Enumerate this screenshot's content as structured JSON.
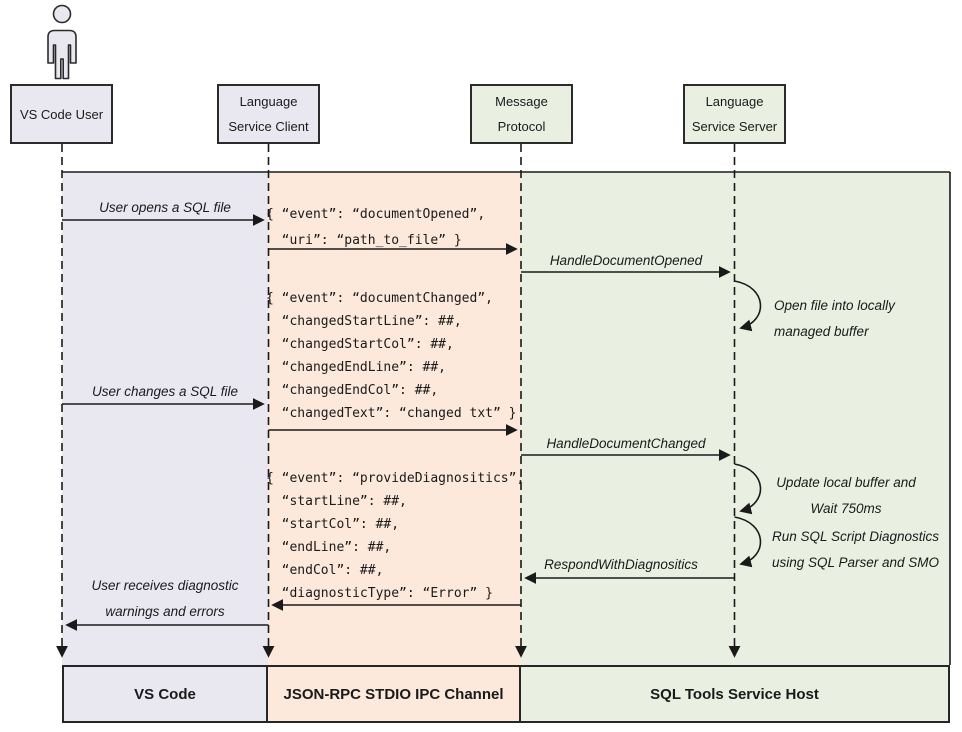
{
  "headers": [
    {
      "line1": "VS Code User",
      "line2": ""
    },
    {
      "line1": "Language",
      "line2": "Service Client"
    },
    {
      "line1": "Message",
      "line2": "Protocol"
    },
    {
      "line1": "Language",
      "line2": "Service Server"
    }
  ],
  "labels": {
    "user_opens": "User opens a SQL file",
    "user_changes": "User changes a SQL file",
    "user_receives_line1": "User receives diagnostic",
    "user_receives_line2": "warnings and errors",
    "handle_document_opened": "HandleDocumentOpened",
    "handle_document_changed": "HandleDocumentChanged",
    "respond_with_diagnostics": "RespondWithDiagnositics",
    "open_file_line1": "Open file into locally",
    "open_file_line2": "managed buffer",
    "update_buffer_line1": "Update local buffer and",
    "update_buffer_line2": "Wait 750ms",
    "run_diagnostics_line1": "Run SQL Script Diagnostics",
    "run_diagnostics_line2": "using SQL Parser and SMO"
  },
  "payloads": {
    "document_opened": "{ “event”: “documentOpened”,\n  “uri”: “path_to_file” }",
    "document_changed": "{ “event”: “documentChanged”,\n  “changedStartLine”: ##,\n  “changedStartCol”: ##,\n  “changedEndLine”: ##,\n  “changedEndCol”: ##,\n  “changedText”: “changed txt” }",
    "provide_diagnostics": "{ “event”: “provideDiagnositics”,\n  “startLine”: ##,\n  “startCol”: ##,\n  “endLine”: ##,\n  “endCol”: ##,\n  “diagnosticType”: “Error” }"
  },
  "footers": [
    "VS Code",
    "JSON-RPC STDIO IPC Channel",
    "SQL Tools Service Host"
  ],
  "colors": {
    "lavender_column": "#E9E8F1",
    "peach_column": "#FCE9DC",
    "green_column": "#E9F0E2",
    "line": "#1A1A1A"
  }
}
